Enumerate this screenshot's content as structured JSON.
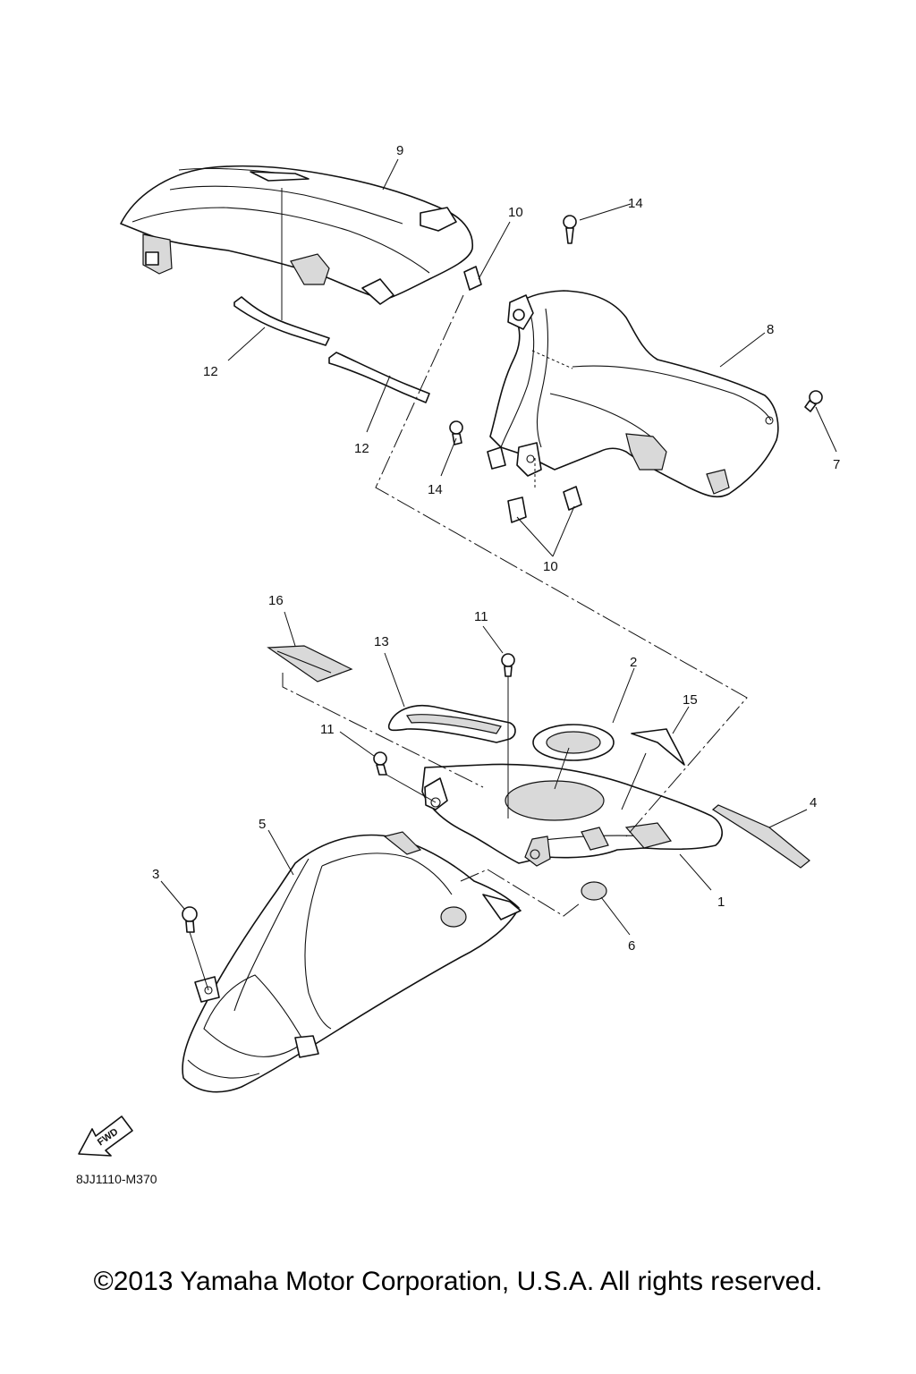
{
  "callouts": {
    "c1": "1",
    "c2": "2",
    "c3": "3",
    "c4": "4",
    "c5": "5",
    "c6": "6",
    "c7": "7",
    "c8": "8",
    "c9": "9",
    "c10a": "10",
    "c10b": "10",
    "c11a": "11",
    "c11b": "11",
    "c12a": "12",
    "c12b": "12",
    "c13": "13",
    "c14a": "14",
    "c14b": "14",
    "c15": "15",
    "c16": "16"
  },
  "fwd_label": "FWD",
  "drawing_code": "8JJ1110-M370",
  "copyright": "©2013 Yamaha Motor Corporation, U.S.A. All rights reserved."
}
